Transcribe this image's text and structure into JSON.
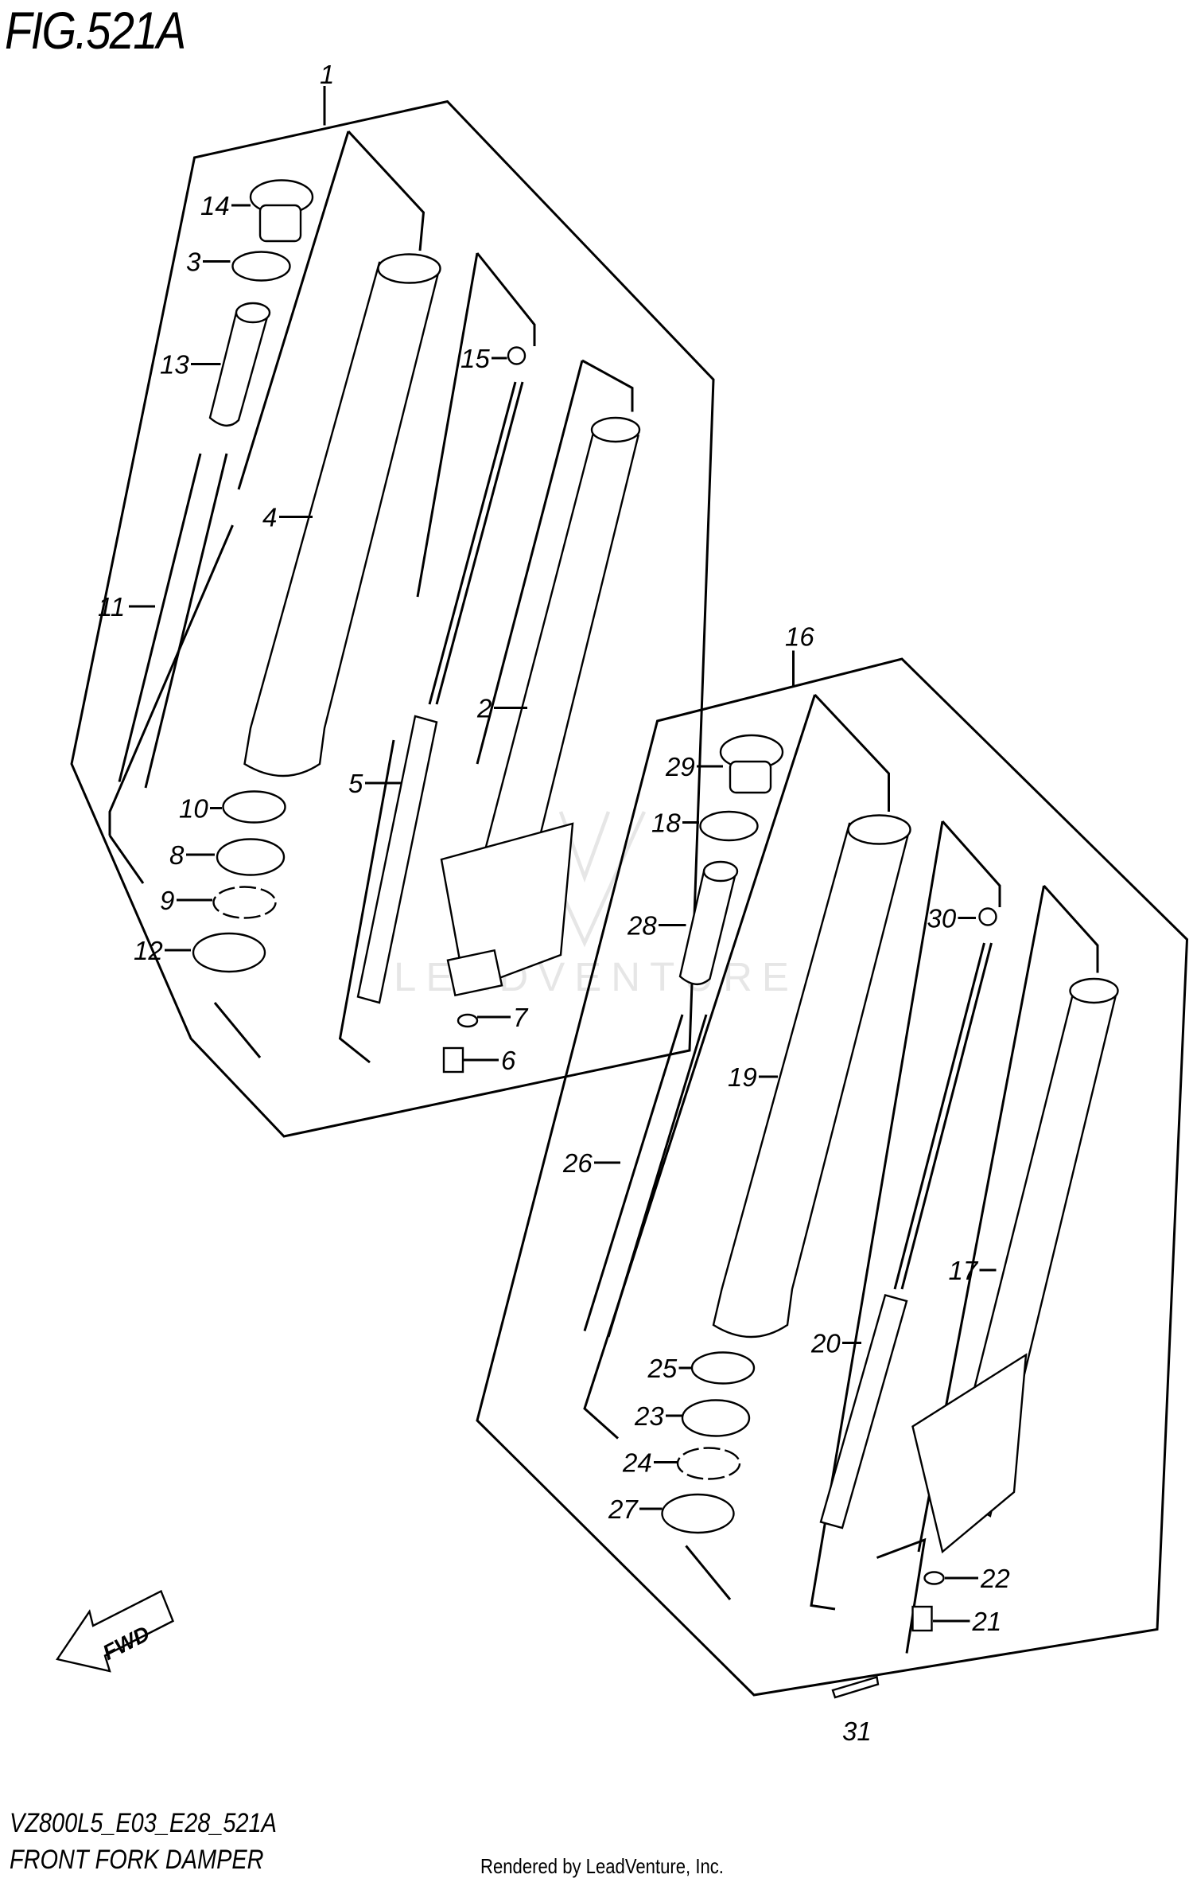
{
  "figure": {
    "title": "FIG.521A",
    "code": "VZ800L5_E03_E28_521A",
    "name": "FRONT FORK DAMPER"
  },
  "credit": "Rendered by LeadVenture, Inc.",
  "watermark": "LEADVENTURE",
  "fwd_label": "FWD",
  "callouts": [
    "1",
    "14",
    "3",
    "13",
    "15",
    "4",
    "11",
    "2",
    "5",
    "10",
    "8",
    "9",
    "12",
    "7",
    "6",
    "16",
    "29",
    "18",
    "28",
    "30",
    "19",
    "26",
    "17",
    "20",
    "25",
    "23",
    "24",
    "27",
    "22",
    "21",
    "31"
  ]
}
